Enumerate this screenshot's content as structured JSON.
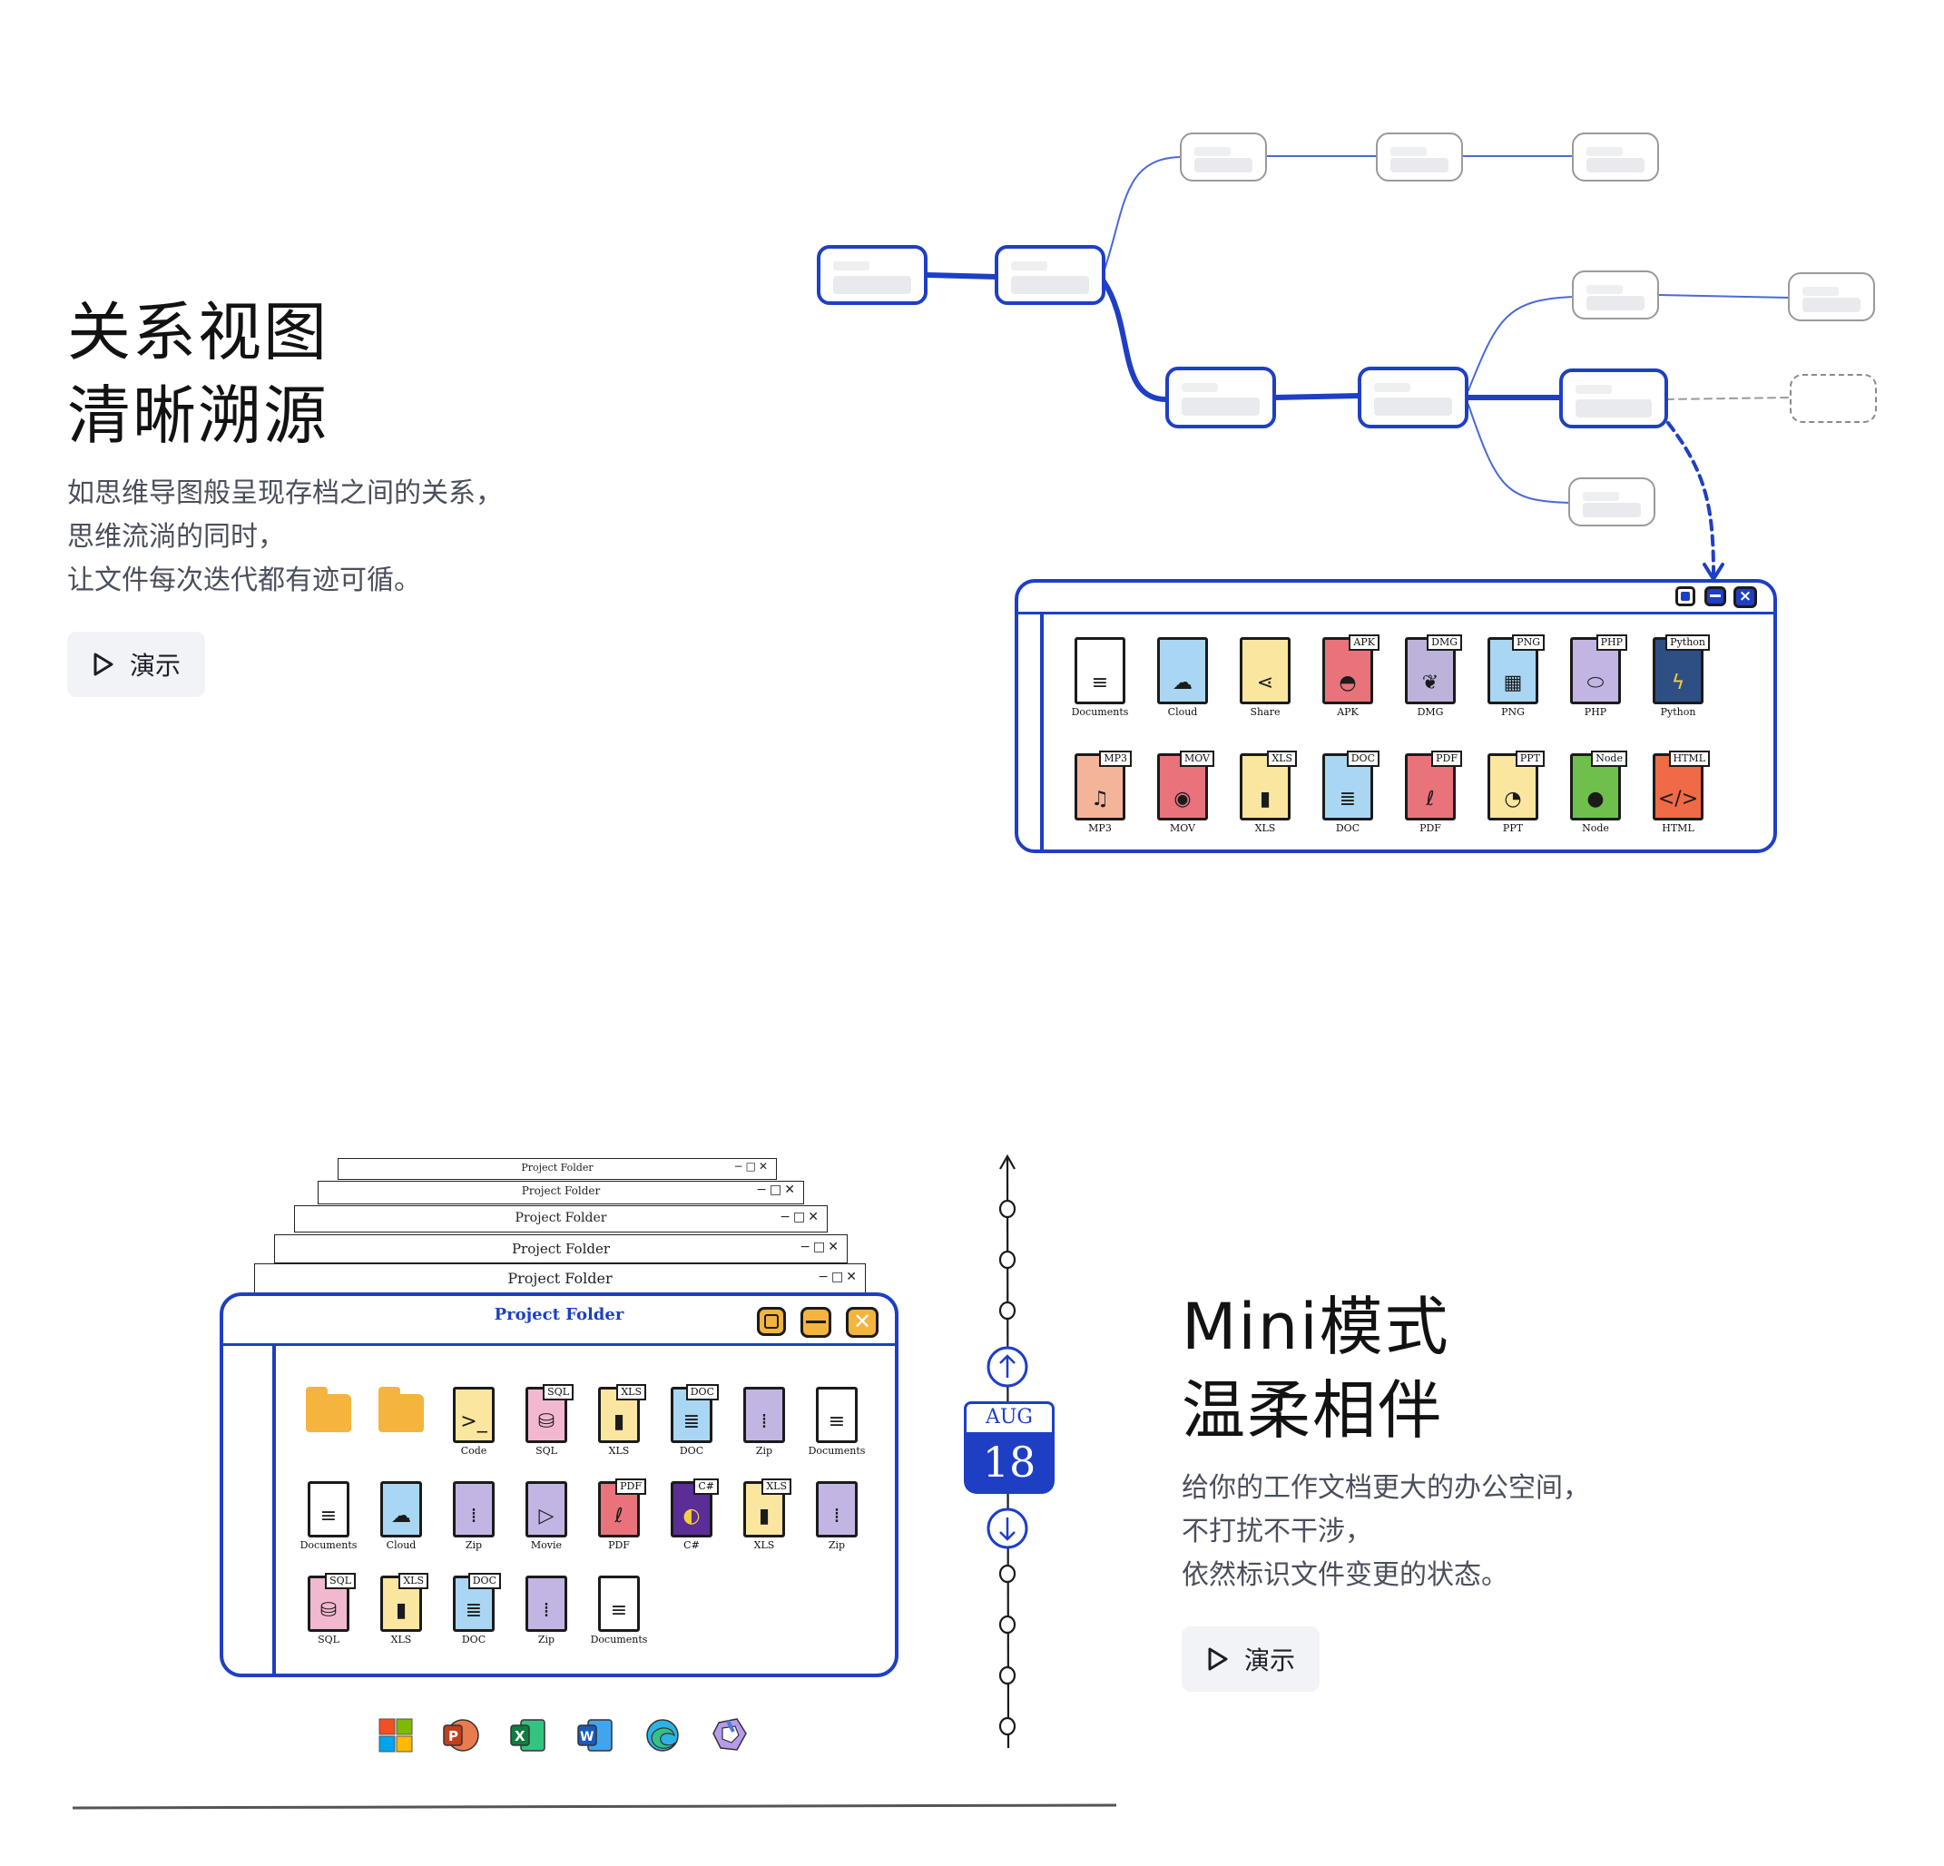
{
  "section1": {
    "title_lines": [
      "关系视图",
      "清晰溯源"
    ],
    "desc_lines": [
      "如思维导图般呈现存档之间的关系，",
      "思维流淌的同时，",
      "让文件每次迭代都有迹可循。"
    ],
    "demo_label": "演示"
  },
  "section2": {
    "title_lines": [
      "Mini模式",
      "温柔相伴"
    ],
    "desc_lines": [
      "给你的工作文档更大的办公空间，",
      "不打扰不干涉，",
      "依然标识文件变更的状态。"
    ],
    "demo_label": "演示"
  },
  "relation_window": {
    "icons": [
      {
        "label": "Documents",
        "tag": "",
        "color": "#ffffff",
        "glyph": "≡"
      },
      {
        "label": "Cloud",
        "tag": "",
        "color": "#a9d6f2",
        "glyph": "☁"
      },
      {
        "label": "Share",
        "tag": "",
        "color": "#fbe6a0",
        "glyph": "⋖"
      },
      {
        "label": "APK",
        "tag": "APK",
        "color": "#e8737b",
        "glyph": "◓"
      },
      {
        "label": "DMG",
        "tag": "DMG",
        "color": "#bdb3da",
        "glyph": "❦"
      },
      {
        "label": "PNG",
        "tag": "PNG",
        "color": "#a9d6f2",
        "glyph": "▦"
      },
      {
        "label": "PHP",
        "tag": "PHP",
        "color": "#c3b5e3",
        "glyph": "⬭"
      },
      {
        "label": "Python",
        "tag": "Python",
        "color": "#2e4f84",
        "glyph": "ϟ"
      },
      {
        "label": "MP3",
        "tag": "MP3",
        "color": "#f4b49a",
        "glyph": "♫"
      },
      {
        "label": "MOV",
        "tag": "MOV",
        "color": "#e8737b",
        "glyph": "◉"
      },
      {
        "label": "XLS",
        "tag": "XLS",
        "color": "#fbe6a0",
        "glyph": "▮"
      },
      {
        "label": "DOC",
        "tag": "DOC",
        "color": "#a9d6f2",
        "glyph": "≣"
      },
      {
        "label": "PDF",
        "tag": "PDF",
        "color": "#e8737b",
        "glyph": "ℓ"
      },
      {
        "label": "PPT",
        "tag": "PPT",
        "color": "#fbe6a0",
        "glyph": "◔"
      },
      {
        "label": "Node",
        "tag": "Node",
        "color": "#6fbf4d",
        "glyph": "●"
      },
      {
        "label": "HTML",
        "tag": "HTML",
        "color": "#f06a45",
        "glyph": "</>"
      }
    ]
  },
  "mini_window": {
    "title": "Project Folder",
    "stack_titles": [
      "Project Folder",
      "Project Folder",
      "Project Folder",
      "Project Folder",
      "Project Folder"
    ],
    "icons": [
      {
        "label": "",
        "tag": "",
        "color": "#f4b43e",
        "glyph": "",
        "folder": true
      },
      {
        "label": "",
        "tag": "",
        "color": "#f4b43e",
        "glyph": "",
        "folder": true
      },
      {
        "label": "Code",
        "tag": "",
        "color": "#fbe6a0",
        "glyph": ">_"
      },
      {
        "label": "SQL",
        "tag": "SQL",
        "color": "#f2b8d0",
        "glyph": "⛁"
      },
      {
        "label": "XLS",
        "tag": "XLS",
        "color": "#fbe6a0",
        "glyph": "▮"
      },
      {
        "label": "DOC",
        "tag": "DOC",
        "color": "#a9d6f2",
        "glyph": "≣"
      },
      {
        "label": "Zip",
        "tag": "",
        "color": "#c3b5e3",
        "glyph": "⁞"
      },
      {
        "label": "Documents",
        "tag": "",
        "color": "#ffffff",
        "glyph": "≡"
      },
      {
        "label": "Documents",
        "tag": "",
        "color": "#ffffff",
        "glyph": "≡"
      },
      {
        "label": "Cloud",
        "tag": "",
        "color": "#a9d6f2",
        "glyph": "☁"
      },
      {
        "label": "Zip",
        "tag": "",
        "color": "#c3b5e3",
        "glyph": "⁞"
      },
      {
        "label": "Movie",
        "tag": "",
        "color": "#c3b5e3",
        "glyph": "▷"
      },
      {
        "label": "PDF",
        "tag": "PDF",
        "color": "#e8737b",
        "glyph": "ℓ"
      },
      {
        "label": "C#",
        "tag": "C#",
        "color": "#5b2d96",
        "glyph": "◐"
      },
      {
        "label": "XLS",
        "tag": "XLS",
        "color": "#fbe6a0",
        "glyph": "▮"
      },
      {
        "label": "Zip",
        "tag": "",
        "color": "#c3b5e3",
        "glyph": "⁞"
      },
      {
        "label": "SQL",
        "tag": "SQL",
        "color": "#f2b8d0",
        "glyph": "⛁"
      },
      {
        "label": "XLS",
        "tag": "XLS",
        "color": "#fbe6a0",
        "glyph": "▮"
      },
      {
        "label": "DOC",
        "tag": "DOC",
        "color": "#a9d6f2",
        "glyph": "≣"
      },
      {
        "label": "Zip",
        "tag": "",
        "color": "#c3b5e3",
        "glyph": "⁞"
      },
      {
        "label": "Documents",
        "tag": "",
        "color": "#ffffff",
        "glyph": "≡"
      }
    ],
    "controls": [
      {
        "name": "maximize",
        "color": "#f4b43e"
      },
      {
        "name": "minimize",
        "color": "#f4b43e"
      },
      {
        "name": "close",
        "color": "#f4b43e"
      }
    ]
  },
  "timeline": {
    "month": "AUG",
    "day": "18"
  },
  "taskbar": {
    "apps": [
      "windows-icon",
      "powerpoint-icon",
      "excel-icon",
      "word-icon",
      "edge-icon",
      "copilot-icon"
    ]
  },
  "colors": {
    "accent": "#1e3fc4",
    "folder": "#f4b43e"
  }
}
